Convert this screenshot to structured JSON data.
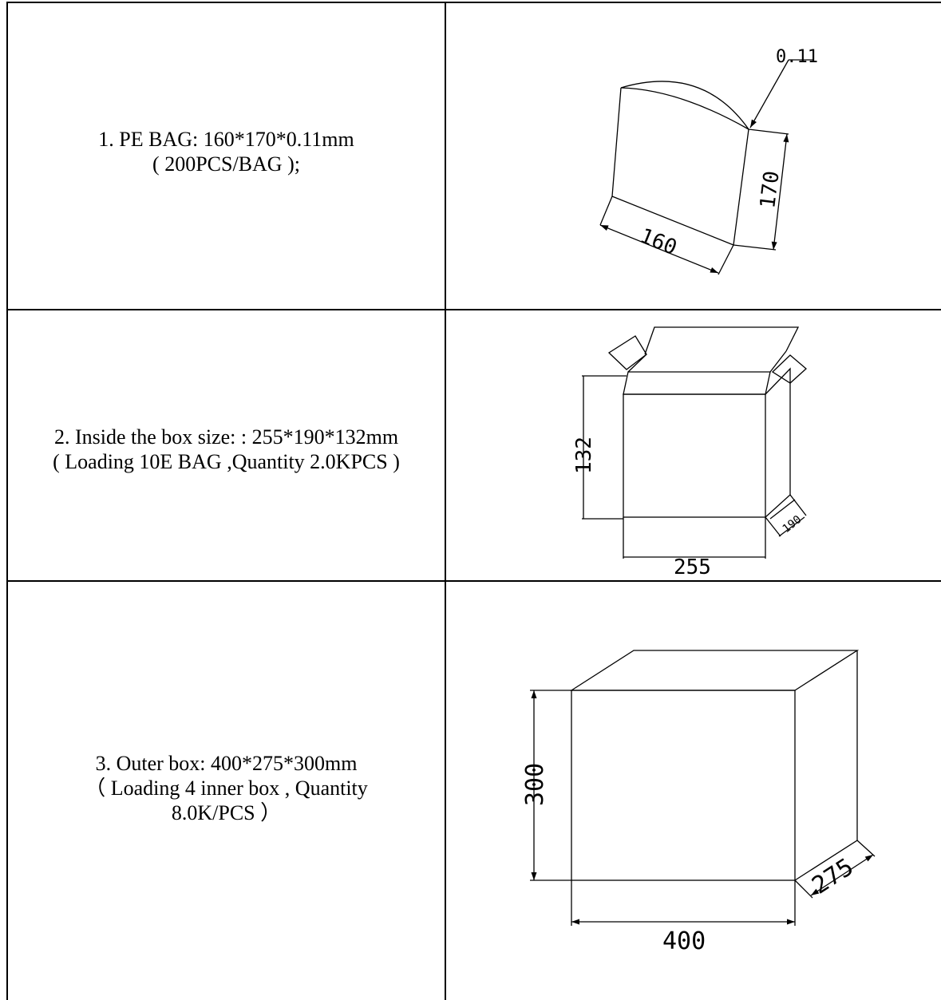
{
  "rows": [
    {
      "line1": "1. PE BAG: 160*170*0.11mm",
      "line2": "( 200PCS/BAG );",
      "line3": "",
      "drawing": {
        "item": "pe-bag",
        "thickness_label": "0.11",
        "height_label": "170",
        "width_label": "160"
      }
    },
    {
      "line1": "2. Inside the box size: : 255*190*132mm",
      "line2": "( Loading 10E BAG ,Quantity 2.0KPCS )",
      "line3": "",
      "drawing": {
        "item": "inner-box",
        "height_label": "132",
        "depth_label": "190",
        "width_label": "255"
      }
    },
    {
      "line1": "3. Outer box: 400*275*300mm",
      "line2": "（ Loading 4 inner box ,     Quantity",
      "line3": "8.0K/PCS ）",
      "drawing": {
        "item": "outer-box",
        "height_label": "300",
        "depth_label": "275",
        "width_label": "400"
      }
    }
  ]
}
